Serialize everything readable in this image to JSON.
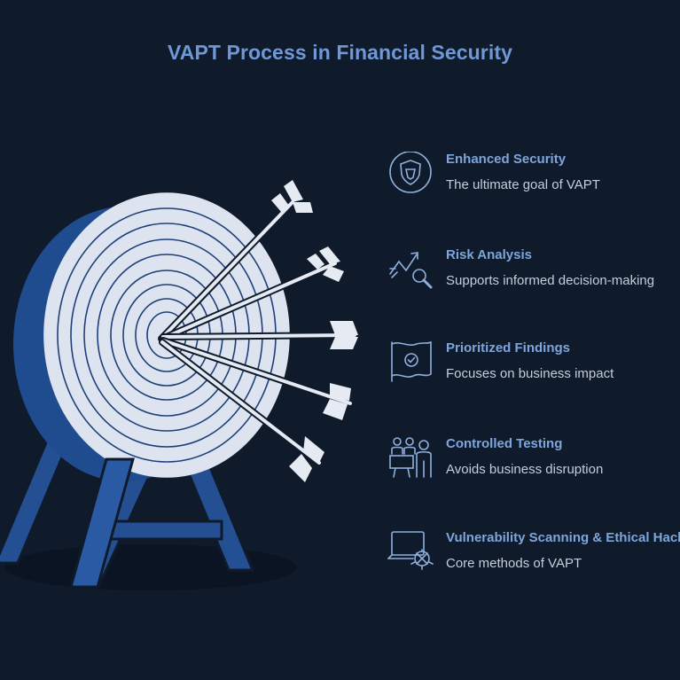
{
  "title": "VAPT Process in Financial Security",
  "items": [
    {
      "label": "Enhanced Security",
      "description": "The ultimate goal of VAPT",
      "icon": "shield-icon"
    },
    {
      "label": "Risk Analysis",
      "description": "Supports informed decision-making",
      "icon": "trend-magnifier-icon"
    },
    {
      "label": "Prioritized Findings",
      "description": "Focuses on business impact",
      "icon": "flag-check-icon"
    },
    {
      "label": "Controlled Testing",
      "description": "Avoids business disruption",
      "icon": "team-presentation-icon"
    },
    {
      "label": "Vulnerability Scanning & Ethical Hacking",
      "description": "Core methods of VAPT",
      "icon": "laptop-bug-icon"
    }
  ],
  "colors": {
    "background": "#0f1a2b",
    "title": "#6f98d6",
    "label": "#7fa6dc",
    "description": "#c4cedb",
    "target_face": "#dde4f0",
    "target_body": "#1f4b8f"
  }
}
